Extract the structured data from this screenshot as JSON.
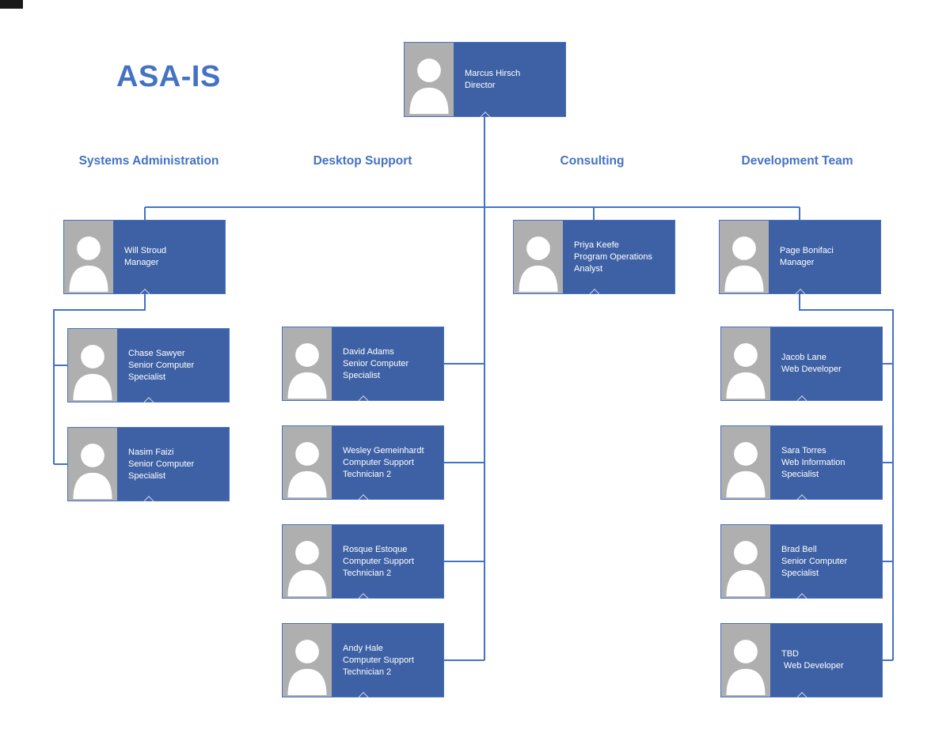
{
  "title": "ASA-IS",
  "groups": [
    {
      "label": "Systems Administration",
      "members": [
        "will",
        "chase",
        "nasim"
      ]
    },
    {
      "label": "Desktop Support",
      "members": [
        "david",
        "wesley",
        "rosque",
        "andy"
      ]
    },
    {
      "label": "Consulting",
      "members": [
        "priya"
      ]
    },
    {
      "label": "Development Team",
      "members": [
        "page",
        "jacob",
        "sara",
        "brad",
        "tbd"
      ]
    }
  ],
  "root": "marcus",
  "people": {
    "marcus": {
      "name": "Marcus Hirsch",
      "title": "Director"
    },
    "will": {
      "name": "Will Stroud",
      "title": "Manager"
    },
    "chase": {
      "name": "Chase Sawyer",
      "title": "Senior Computer Specialist"
    },
    "nasim": {
      "name": "Nasim Faizi",
      "title": "Senior Computer Specialist"
    },
    "david": {
      "name": "David Adams",
      "title": "Senior Computer Specialist"
    },
    "wesley": {
      "name": "Wesley Gemeinhardt",
      "title": "Computer Support Technician 2"
    },
    "rosque": {
      "name": "Rosque Estoque",
      "title": "Computer Support Technician 2"
    },
    "andy": {
      "name": "Andy Hale",
      "title": "Computer Support Technician 2"
    },
    "priya": {
      "name": "Priya Keefe",
      "title": "Program Operations Analyst"
    },
    "page": {
      "name": "Page Bonifaci",
      "title": "Manager"
    },
    "jacob": {
      "name": "Jacob Lane",
      "title": "Web Developer"
    },
    "sara": {
      "name": "Sara Torres",
      "title": "Web Information Specialist"
    },
    "brad": {
      "name": "Brad Bell",
      "title": "Senior Computer Specialist"
    },
    "tbd": {
      "name": "TBD",
      "title": " Web Developer"
    }
  },
  "colors": {
    "box_fill": "#3e61a5",
    "box_border": "#4472c4",
    "connector": "#4472c4",
    "photo_bg": "#afafaf",
    "accent": "#4472c4"
  }
}
